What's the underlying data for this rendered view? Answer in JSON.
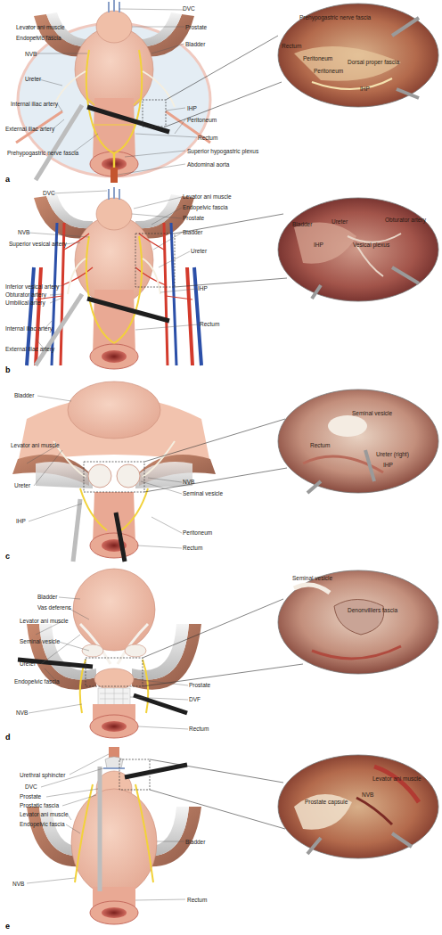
{
  "diagram": {
    "labels": [
      "DVC",
      "Levator ani muscle",
      "Prostate",
      "Endopelvic fascia",
      "Bladder",
      "NVB",
      "Ureter",
      "Internal iliac artery",
      "IHP",
      "Peritoneum",
      "External iliac artery",
      "Rectum",
      "Prehypogastric nerve fascia",
      "Superior hypogastric plexus",
      "Abdominal aorta",
      "a",
      "Prehypogastric nerve fascia",
      "Rectum",
      "Peritoneum",
      "Peritoneum",
      "Dorsal proper fascia",
      "IHP",
      "DVC",
      "Levator ani muscle",
      "Endopelvic fascia",
      "Prostate",
      "NVB",
      "Bladder",
      "Superior vesical artery",
      "Ureter",
      "Inferior vesical artery",
      "Obturator artery",
      "Umbilical artery",
      "IHP",
      "Internal iliac artery",
      "Rectum",
      "External iliac artery",
      "b",
      "Bladder",
      "Ureter",
      "Obturator artery",
      "Vesical plexus",
      "IHP",
      "Bladder",
      "Levator ani muscle",
      "Ureter",
      "NVB",
      "Seminal vesicle",
      "IHP",
      "Peritoneum",
      "Rectum",
      "c",
      "Seminal vesicle",
      "Rectum",
      "Ureter (right)",
      "IHP",
      "Bladder",
      "Vas deferens",
      "Levator ani muscle",
      "Seminal vesicle",
      "Ureter",
      "Endopelvic fascia",
      "Prostate",
      "DVF",
      "NVB",
      "Rectum",
      "d",
      "Seminal vesicle",
      "Denonvilliers fascia",
      "Urethral sphincter",
      "DVC",
      "Prostate",
      "Prostatic fascia",
      "Levator ani muscle",
      "Endopelvic fascia",
      "Bladder",
      "NVB",
      "Rectum",
      "e",
      "Levator ani muscle",
      "NVB",
      "Prostate capsule"
    ]
  }
}
